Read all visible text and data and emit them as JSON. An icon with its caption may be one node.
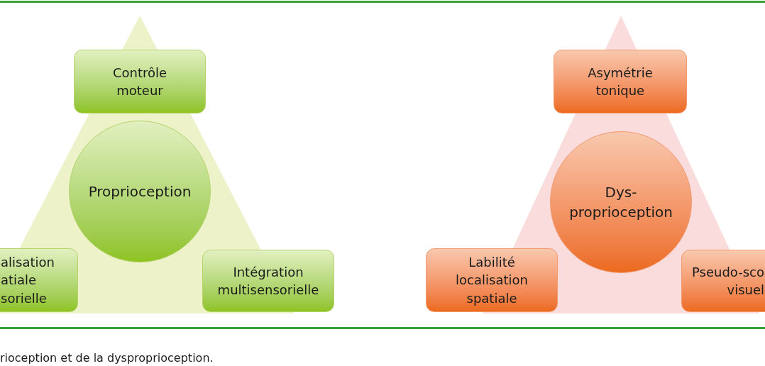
{
  "diagram": {
    "caption": "rioception et de la dysproprioception.",
    "nodes": [
      {
        "text": [],
        "shape": "triangle"
      },
      {
        "text": [
          "Contrôle moteur"
        ],
        "in": 0
      },
      {
        "text": [
          "Proprioception"
        ],
        "in": 0
      },
      {
        "text": [
          "alisation atiale sorielle"
        ]
      },
      {
        "text": [
          "Intégration multisensorielle"
        ]
      },
      {
        "text": [],
        "shape": "triangle"
      },
      {
        "text": [
          "Asymétrie tonique"
        ],
        "in": 5
      },
      {
        "text": [
          "Dys- proprioception"
        ],
        "in": 5
      },
      {
        "text": [
          "Labilité localisation spatiale"
        ]
      },
      {
        "text": [
          "Pseudo-sco visuel"
        ]
      }
    ]
  }
}
